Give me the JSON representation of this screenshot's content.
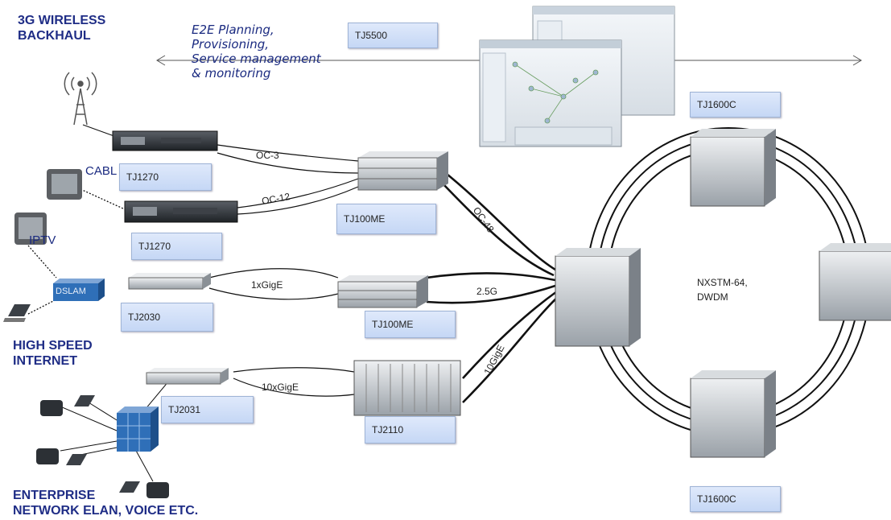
{
  "titles": {
    "wireless": "3G WIRELESS\nBACKHAUL",
    "hsi": "HIGH SPEED\nINTERNET",
    "enterprise": "ENTERPRISE\nNETWORK ELAN, VOICE ETC."
  },
  "e2e_note": "E2E Planning,\nProvisioning,\nService management\n& monitoring",
  "cable_label": "CABL",
  "iptv_label": "IPTV",
  "dslam_label": "DSLAM",
  "ring_label": "NXSTM-64,\nDWDM",
  "device_labels": {
    "tj5500": "TJ5500",
    "tj1600c_top": "TJ1600C",
    "tj1600c_bottom": "TJ1600C",
    "tj1270_a": "TJ1270",
    "tj1270_b": "TJ1270",
    "tj100me_a": "TJ100ME",
    "tj100me_b": "TJ100ME",
    "tj2030": "TJ2030",
    "tj2031": "TJ2031",
    "tj2110": "TJ2110"
  },
  "link_labels": {
    "oc3": "OC-3",
    "oc12": "OC-12",
    "oc48": "OC-48",
    "gige1": "1xGigE",
    "g25": "2.5G",
    "gige10": "10xGigE",
    "tengige": "10GigE"
  },
  "colors": {
    "title_blue": "#1f2d86",
    "label_fill": "#cfdcf7",
    "link_line": "#111111"
  }
}
